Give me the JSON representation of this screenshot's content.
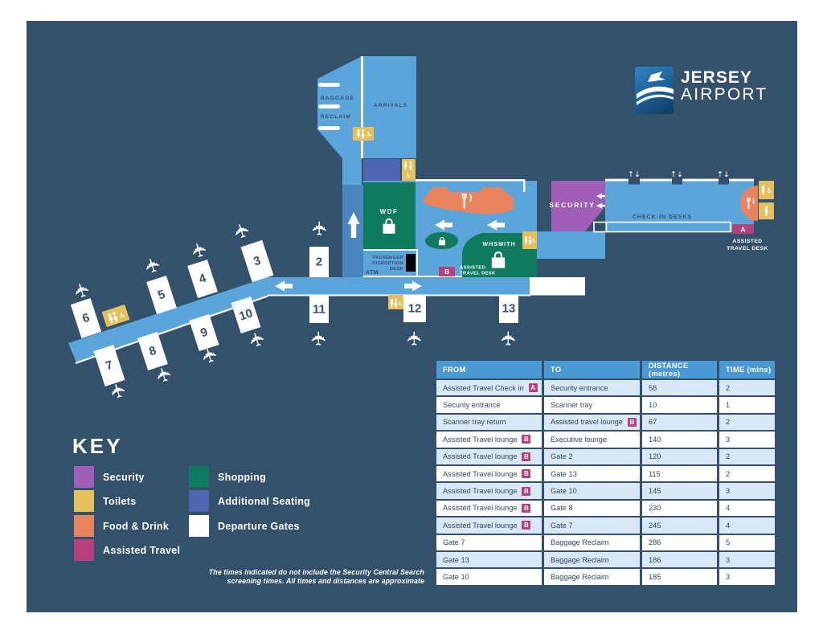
{
  "logo": {
    "line1": "JERSEY",
    "line2": "AIRPORT"
  },
  "map": {
    "labels": {
      "baggage": "BAGGAGE",
      "reclaim": "RECLAIM",
      "arrivals": "ARRIVALS",
      "wdf": "WDF",
      "whsmith": "WHSMITH",
      "security": "SECURITY",
      "checkin_desks": "CHECK-IN DESKS",
      "pdd_line1": "PASSENGER",
      "pdd_line2": "DISRUPTION",
      "pdd_line3": "DESK",
      "atm": "ATM",
      "assisted_line1": "ASSISTED",
      "assisted_line2": "TRAVEL DESK",
      "badge_a": "A",
      "badge_b": "B"
    },
    "gates": {
      "g2": "2",
      "g3": "3",
      "g4": "4",
      "g5": "5",
      "g6": "6",
      "g7": "7",
      "g8": "8",
      "g9": "9",
      "g10": "10",
      "g11": "11",
      "g12": "12",
      "g13": "13"
    },
    "icons": {
      "airplane": "✈",
      "wheelchair": "♿",
      "door_arrows": "↑↓"
    }
  },
  "key": {
    "title": "KEY",
    "items": [
      {
        "label": "Security",
        "color": "#A05EB6"
      },
      {
        "label": "Toilets",
        "color": "#E5C05F"
      },
      {
        "label": "Food & Drink",
        "color": "#E8845F"
      },
      {
        "label": "Assisted Travel",
        "color": "#B5407E"
      },
      {
        "label": "Shopping",
        "color": "#0E7A5E"
      },
      {
        "label": "Additional Seating",
        "color": "#5065B1"
      },
      {
        "label": "Departure Gates",
        "color": "#FFFFFF"
      }
    ]
  },
  "note": {
    "line1": "The times indicated do not include the Security Central Search",
    "line2": "screening times. All times and distances are approximate"
  },
  "table": {
    "headers": [
      "FROM",
      "TO",
      "DISTANCE (metres)",
      "TIME (mins)"
    ],
    "rows": [
      {
        "from": "Assisted Travel Check in",
        "from_badge": "A",
        "to": "Security entrance",
        "distance": "58",
        "time": "2"
      },
      {
        "from": "Security entrance",
        "to": "Scanner tray",
        "distance": "10",
        "time": "1"
      },
      {
        "from": "Scanner tray return",
        "to": "Assisted travel lounge",
        "to_badge": "B",
        "distance": "67",
        "time": "2"
      },
      {
        "from": "Assisted Travel lounge",
        "from_badge": "B",
        "to": "Executive lounge",
        "distance": "140",
        "time": "3"
      },
      {
        "from": "Assisted Travel lounge",
        "from_badge": "B",
        "to": "Gate 2",
        "distance": "120",
        "time": "2"
      },
      {
        "from": "Assisted Travel lounge",
        "from_badge": "B",
        "to": "Gate 13",
        "distance": "115",
        "time": "2"
      },
      {
        "from": "Assisted Travel lounge",
        "from_badge": "B",
        "to": "Gate 10",
        "distance": "145",
        "time": "3"
      },
      {
        "from": "Assisted Travel lounge",
        "from_badge": "B",
        "to": "Gate 8",
        "distance": "230",
        "time": "4"
      },
      {
        "from": "Assisted Travel lounge",
        "from_badge": "B",
        "to": "Gate 7",
        "distance": "245",
        "time": "4"
      },
      {
        "from": "Gate 7",
        "to": "Baggage Reclaim",
        "distance": "286",
        "time": "5"
      },
      {
        "from": "Gate 13",
        "to": "Baggage Reclaim",
        "distance": "186",
        "time": "3"
      },
      {
        "from": "Gate 10",
        "to": "Baggage Reclaim",
        "distance": "185",
        "time": "3"
      }
    ]
  },
  "colors": {
    "panel": "#34516C",
    "walkway": "#5BA5DA",
    "walkway_dark": "#4A86BB",
    "security": "#A05EB6",
    "toilets": "#E5C05F",
    "food_drink": "#E8845F",
    "assisted_travel": "#B5407E",
    "shopping": "#0E7A5E",
    "additional_seating": "#5065B1",
    "departure_gates": "#FFFFFF",
    "table_header": "#4A98D4",
    "table_row_alt": "#D9E8F6"
  }
}
